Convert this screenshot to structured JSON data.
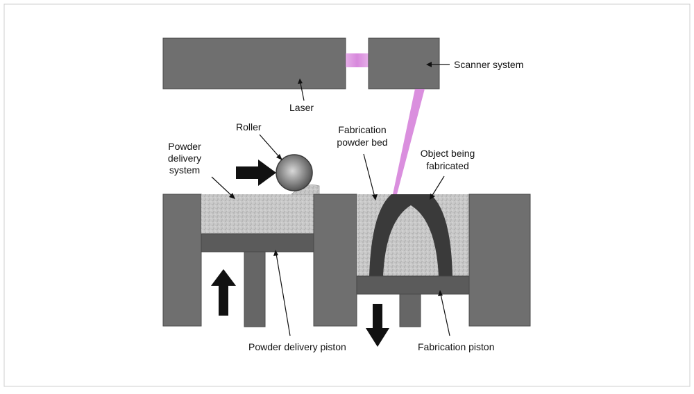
{
  "labels": {
    "laser": "Laser",
    "scanner": "Scanner system",
    "roller": "Roller",
    "powder_delivery_system": [
      "Powder",
      "delivery",
      "system"
    ],
    "fabrication_powder_bed": [
      "Fabrication",
      "powder bed"
    ],
    "object_being_fabricated": [
      "Object being",
      "fabricated"
    ],
    "powder_delivery_piston": "Powder delivery piston",
    "fabrication_piston": "Fabrication piston"
  },
  "colors": {
    "block": "#6f6f6f",
    "piston_dark": "#5b5b5b",
    "powder": "#c9c9c9",
    "object": "#3a3a3a",
    "laser_beam": "#d37bd8",
    "border": "#bdbdbd"
  }
}
